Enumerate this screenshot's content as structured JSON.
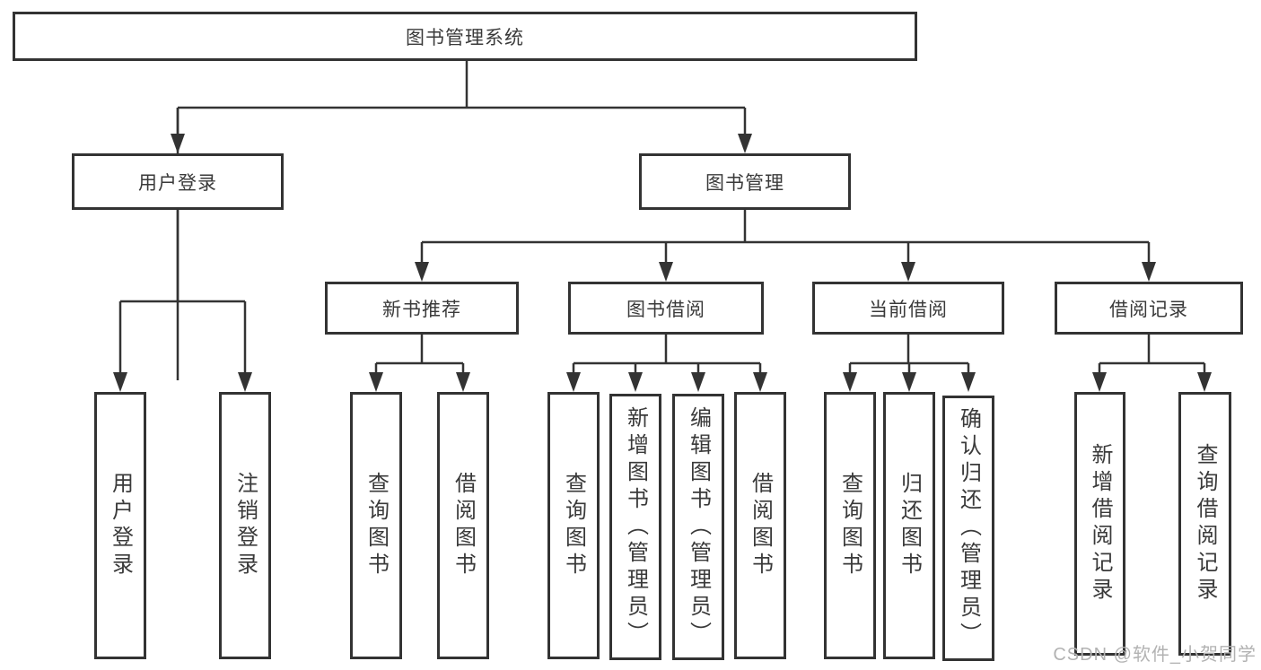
{
  "diagram_title": "图书管理系统",
  "tree": {
    "root": {
      "label": "图书管理系统"
    },
    "branches": [
      {
        "label": "用户登录",
        "children": [
          {
            "label": "用户登录"
          },
          {
            "label": "注销登录"
          }
        ]
      },
      {
        "label": "图书管理",
        "groups": [
          {
            "label": "新书推荐",
            "children": [
              {
                "label": "查询图书"
              },
              {
                "label": "借阅图书"
              }
            ]
          },
          {
            "label": "图书借阅",
            "children": [
              {
                "label": "查询图书"
              },
              {
                "label": "新增图书（管理员）"
              },
              {
                "label": "编辑图书（管理员）"
              },
              {
                "label": "借阅图书"
              }
            ]
          },
          {
            "label": "当前借阅",
            "children": [
              {
                "label": "查询图书"
              },
              {
                "label": "归还图书"
              },
              {
                "label": "确认归还（管理员）"
              }
            ]
          },
          {
            "label": "借阅记录",
            "children": [
              {
                "label": "新增借阅记录"
              },
              {
                "label": "查询借阅记录"
              }
            ]
          }
        ]
      }
    ]
  },
  "watermark": {
    "text": "CSDN @软件_小贺同学"
  },
  "colors": {
    "line": "#333333",
    "box_border": "#333333",
    "text": "#3a3a3a",
    "box_background": "#ffffff",
    "page_background": "#ffffff",
    "watermark": "#b2b2b2"
  }
}
